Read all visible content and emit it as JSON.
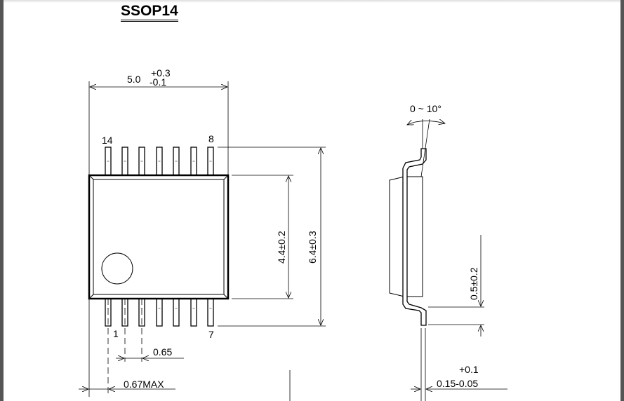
{
  "title": "SSOP14",
  "top_view": {
    "width_dim": {
      "nominal": "5.0",
      "plus": "+0.3",
      "minus": "-0.1"
    },
    "pin_labels": {
      "top_left": "14",
      "top_right": "8",
      "bottom_left": "1",
      "bottom_right": "7"
    },
    "body_dim": "4.4±0.2",
    "overall_dim": "6.4±0.3",
    "pitch_dim": "0.65",
    "offset_dim": "0.67MAX"
  },
  "side_view": {
    "angle_dim": "0 ~ 10°",
    "standoff_dim": "0.5±0.2",
    "lead_thickness": {
      "plus": "+0.1",
      "value": "0.15-0.05"
    }
  }
}
